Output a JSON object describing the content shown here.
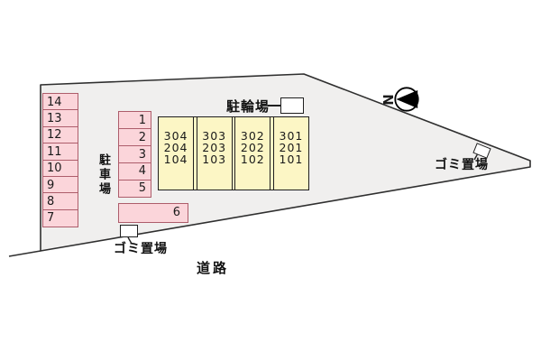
{
  "plan": {
    "road_label": "道路",
    "parking_area_label": "駐車場",
    "bicycle_area_label": "駐輪場",
    "garbage_area_label_left": "ゴミ置場",
    "garbage_area_label_right": "ゴミ置場",
    "north_label": "N"
  },
  "parking": {
    "left_column": [
      "14",
      "13",
      "12",
      "11",
      "10",
      "9",
      "8",
      "7"
    ],
    "middle_column": [
      "1",
      "2",
      "3",
      "4",
      "5"
    ],
    "wide_space_label": "6"
  },
  "building": {
    "units": [
      {
        "rooms": [
          "304",
          "204",
          "104"
        ]
      },
      {
        "rooms": [
          "303",
          "203",
          "103"
        ]
      },
      {
        "rooms": [
          "302",
          "202",
          "102"
        ]
      },
      {
        "rooms": [
          "301",
          "201",
          "101"
        ]
      }
    ]
  },
  "colors": {
    "site_fill": "#f0efee",
    "boundary_stroke": "#2f2f2f",
    "parking_fill": "#fbd5da",
    "parking_border": "#ad5d6b",
    "building_fill": "#fcf6c5",
    "building_border": "#1f1f1f"
  }
}
